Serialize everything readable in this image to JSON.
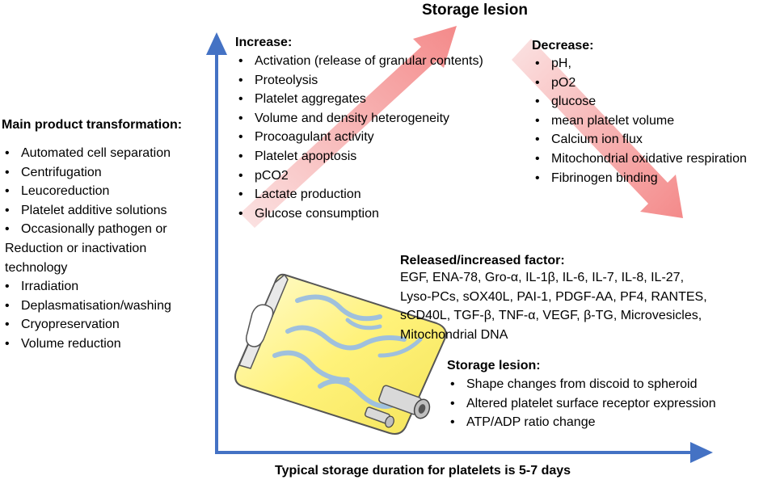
{
  "title": "Storage lesion",
  "footer": "Typical storage duration for platelets is 5-7 days",
  "main_transformation": {
    "heading": "Main product transformation:",
    "items": [
      "Automated cell separation",
      "Centrifugation",
      "Leucoreduction",
      "Platelet additive solutions",
      "Occasionally pathogen or",
      "Reduction or inactivation",
      "technology",
      "Irradiation",
      "Deplasmatisation/washing",
      "Cryopreservation",
      "Volume reduction"
    ]
  },
  "increase": {
    "heading": "Increase:",
    "items": [
      "Activation (release of granular contents)",
      "Proteolysis",
      "Platelet aggregates",
      "Volume and density heterogeneity",
      "Procoagulant activity",
      "Platelet apoptosis",
      "pCO2",
      "Lactate production",
      "Glucose consumption"
    ]
  },
  "decrease": {
    "heading": "Decrease:",
    "items": [
      "pH,",
      "pO2",
      "glucose",
      "mean platelet volume",
      "Calcium ion flux",
      "Mitochondrial oxidative respiration",
      "Fibrinogen binding"
    ]
  },
  "released": {
    "heading": "Released/increased factor:",
    "lines": [
      "EGF, ENA-78, Gro-α, IL-1β, IL-6, IL-7, IL-8, IL-27,",
      "Lyso-PCs, sOX40L, PAI-1, PDGF-AA, PF4, RANTES,",
      "sCD40L, TGF-β, TNF-α, VEGF, β-TG, Microvesicles,",
      "Mitochondrial DNA"
    ]
  },
  "storage_lesion_box": {
    "heading": "Storage lesion:",
    "items": [
      "Shape changes from discoid to spheroid",
      "Altered platelet surface receptor expression",
      "ATP/ADP ratio change"
    ]
  },
  "colors": {
    "axis": "#4472c4",
    "arrow": "#f4a3a3",
    "bag_fill": "#fff27a",
    "bag_swirl": "#b9d3e8"
  }
}
